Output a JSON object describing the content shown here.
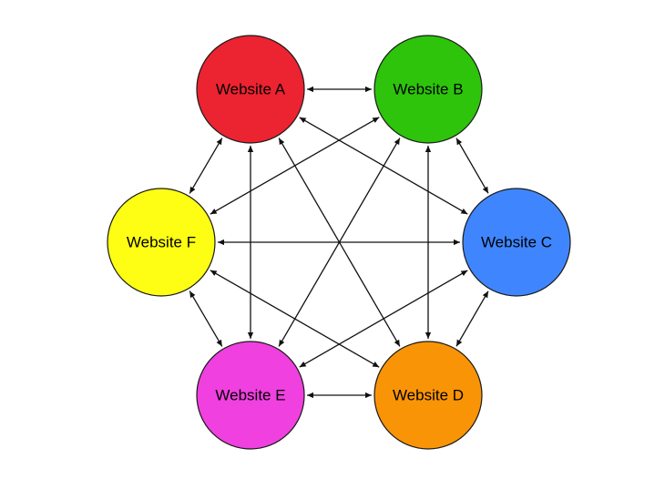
{
  "nodes": [
    {
      "id": "A",
      "label": "Website A",
      "color": "#ec2330"
    },
    {
      "id": "B",
      "label": "Website B",
      "color": "#2dc40b"
    },
    {
      "id": "C",
      "label": "Website C",
      "color": "#3f86fe"
    },
    {
      "id": "D",
      "label": "Website D",
      "color": "#fa9407"
    },
    {
      "id": "E",
      "label": "Website E",
      "color": "#f040e0"
    },
    {
      "id": "F",
      "label": "Website F",
      "color": "#fefe14"
    }
  ],
  "edges": [
    {
      "from": "A",
      "to": "B",
      "direction": "both"
    },
    {
      "from": "A",
      "to": "C",
      "direction": "both"
    },
    {
      "from": "A",
      "to": "D",
      "direction": "both"
    },
    {
      "from": "A",
      "to": "E",
      "direction": "both"
    },
    {
      "from": "A",
      "to": "F",
      "direction": "both"
    },
    {
      "from": "B",
      "to": "C",
      "direction": "both"
    },
    {
      "from": "B",
      "to": "D",
      "direction": "both"
    },
    {
      "from": "B",
      "to": "E",
      "direction": "both"
    },
    {
      "from": "B",
      "to": "F",
      "direction": "both"
    },
    {
      "from": "C",
      "to": "D",
      "direction": "both"
    },
    {
      "from": "C",
      "to": "E",
      "direction": "both"
    },
    {
      "from": "C",
      "to": "F",
      "direction": "both"
    },
    {
      "from": "D",
      "to": "E",
      "direction": "both"
    },
    {
      "from": "D",
      "to": "F",
      "direction": "both"
    },
    {
      "from": "E",
      "to": "F",
      "direction": "both"
    }
  ]
}
